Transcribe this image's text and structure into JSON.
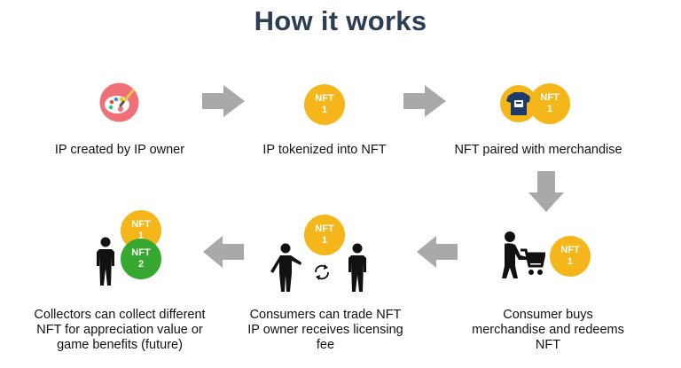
{
  "title": "How it works",
  "colors": {
    "title": "#2c3e55",
    "nft_gold": "#f4b61a",
    "nft_green": "#35a92f",
    "arrow_gray": "#a9a9a9",
    "person": "#111111",
    "palette_pink": "#f0707a"
  },
  "steps": [
    {
      "caption": [
        "IP created by IP owner"
      ],
      "icon": "paint-palette-icon"
    },
    {
      "caption": [
        "IP tokenized into NFT"
      ],
      "icon": "nft-coin-icon"
    },
    {
      "caption": [
        "NFT paired with merchandise"
      ],
      "icon": "tshirt-nft-icon"
    },
    {
      "caption": [
        "Consumer buys",
        "merchandise and redeems",
        "NFT"
      ],
      "icon": "shopping-cart-person-icon"
    },
    {
      "caption": [
        "Consumers can trade NFT",
        "IP owner receives licensing",
        "fee"
      ],
      "icon": "people-trade-icon"
    },
    {
      "caption": [
        "Collectors can collect different",
        "NFT for appreciation value or",
        "game benefits (future)"
      ],
      "icon": "collector-person-icon"
    }
  ],
  "coins": {
    "step2": {
      "label": "NFT",
      "number": "1"
    },
    "step3": {
      "label": "NFT",
      "number": "1"
    },
    "step4": {
      "label": "NFT",
      "number": "1"
    },
    "step5": {
      "label": "NFT",
      "number": "1"
    },
    "step6_top": {
      "label": "NFT",
      "number": "1"
    },
    "step6_bottom": {
      "label": "NFT",
      "number": "2"
    }
  }
}
